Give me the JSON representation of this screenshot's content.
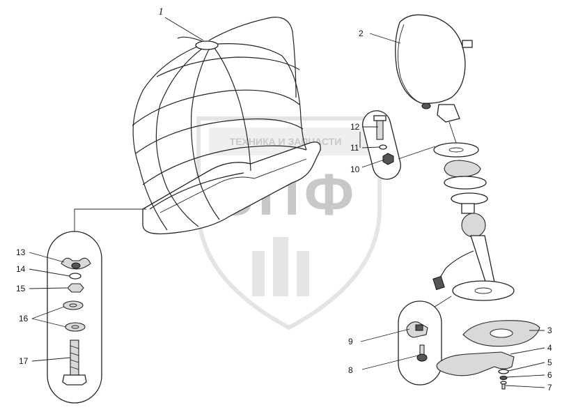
{
  "watermark": {
    "brand_line": "ТЕХНИКА И ЗАПЧАСТИ",
    "logo_letters": "ЗПФ"
  },
  "callouts": {
    "c1": "1",
    "c2": "2",
    "c3": "3",
    "c4": "4",
    "c5": "5",
    "c6": "6",
    "c7": "7",
    "c8": "8",
    "c9": "9",
    "c10": "10",
    "c11": "11",
    "c12": "12",
    "c13": "13",
    "c14": "14",
    "c15": "15",
    "c16": "16",
    "c17": "17"
  }
}
